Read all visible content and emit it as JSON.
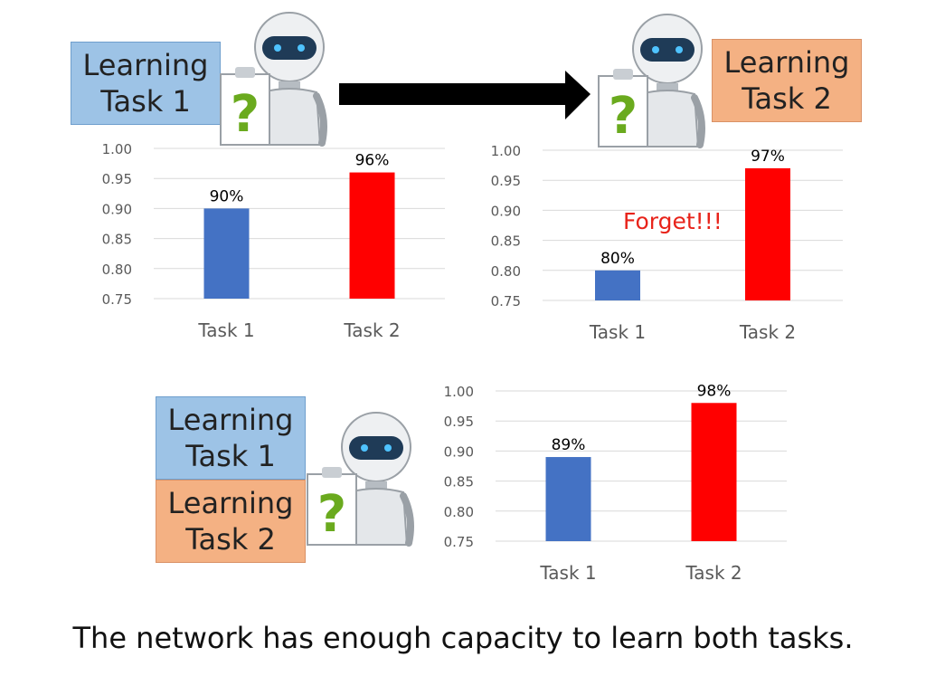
{
  "labels": {
    "learning_task_1": [
      "Learning",
      "Task 1"
    ],
    "learning_task_2": [
      "Learning",
      "Task 2"
    ]
  },
  "forget_label": "Forget!!!",
  "caption": "The network has enough capacity to learn both tasks.",
  "colors": {
    "task1": "#4472c4",
    "task2": "#ff0000",
    "forget": "#e8231a",
    "grid": "#d9d9d9"
  },
  "icons": {
    "robot": "robot-holding-question-sign",
    "arrow": "right-arrow"
  },
  "chart_data": [
    {
      "type": "bar",
      "categories": [
        "Task 1",
        "Task 2"
      ],
      "values": [
        0.9,
        0.96
      ],
      "data_labels": [
        "90%",
        "96%"
      ],
      "yticks": [
        "0.75",
        "0.80",
        "0.85",
        "0.90",
        "0.95",
        "1.00"
      ],
      "ylim": [
        0.75,
        1.0
      ],
      "grid": true
    },
    {
      "type": "bar",
      "categories": [
        "Task 1",
        "Task 2"
      ],
      "values": [
        0.8,
        0.97
      ],
      "data_labels": [
        "80%",
        "97%"
      ],
      "yticks": [
        "0.75",
        "0.80",
        "0.85",
        "0.90",
        "0.95",
        "1.00"
      ],
      "ylim": [
        0.75,
        1.0
      ],
      "grid": true
    },
    {
      "type": "bar",
      "categories": [
        "Task 1",
        "Task 2"
      ],
      "values": [
        0.89,
        0.98
      ],
      "data_labels": [
        "89%",
        "98%"
      ],
      "yticks": [
        "0.75",
        "0.80",
        "0.85",
        "0.90",
        "0.95",
        "1.00"
      ],
      "ylim": [
        0.75,
        1.0
      ],
      "grid": true
    }
  ]
}
